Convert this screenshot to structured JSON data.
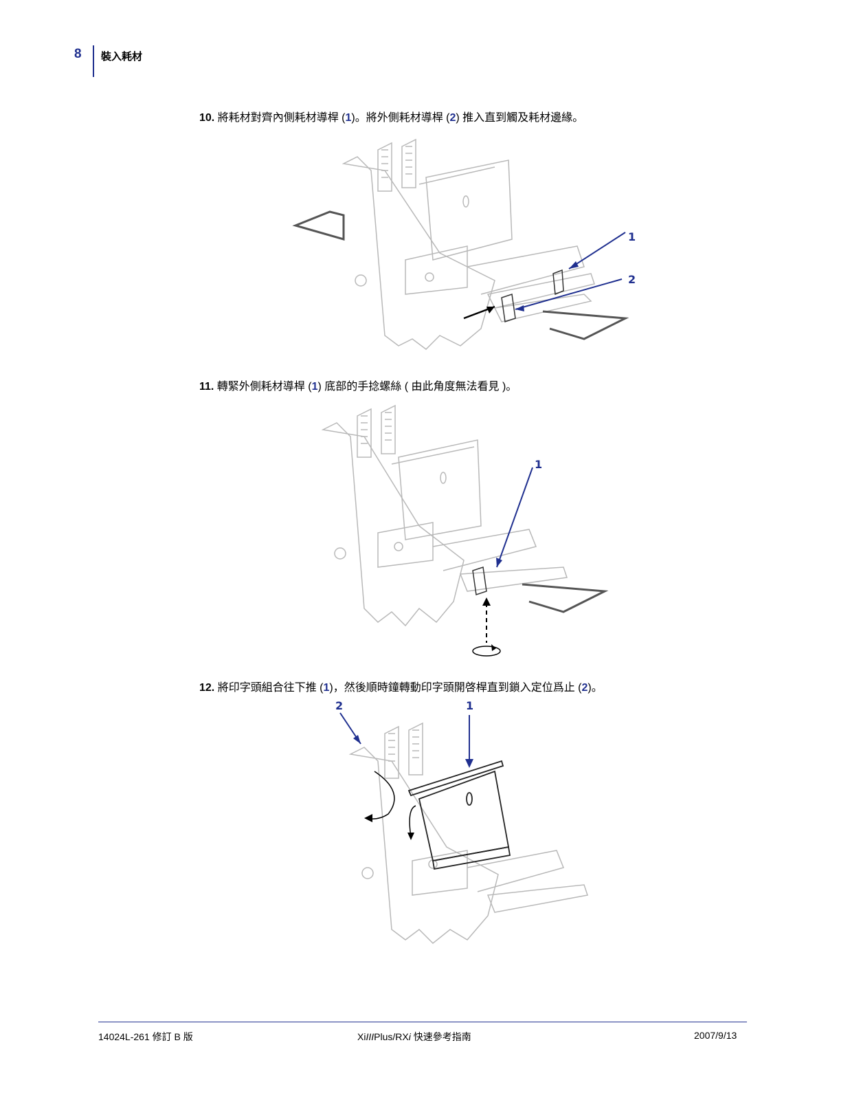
{
  "header": {
    "page_number": "8",
    "section_title": "裝入耗材"
  },
  "steps": [
    {
      "number": "10.",
      "t1": " 將耗材對齊內側耗材導桿 (",
      "c1": "1",
      "t2": ")。將外側耗材導桿 (",
      "c2": "2",
      "t3": ") 推入直到觸及耗材邊緣。"
    },
    {
      "number": "11.",
      "t1": " 轉緊外側耗材導桿 (",
      "c1": "1",
      "t2": ") 底部的手捻螺絲 ( 由此角度無法看見 )。"
    },
    {
      "number": "12.",
      "t1": " 將印字頭組合往下推 (",
      "c1": "1",
      "t2": ")，然後順時鐘轉動印字頭開啓桿直到鎖入定位爲止 (",
      "c2": "2",
      "t3": ")。"
    }
  ],
  "figures": [
    {
      "callouts": [
        "1",
        "2"
      ]
    },
    {
      "callouts": [
        "1"
      ]
    },
    {
      "callouts": [
        "2",
        "1"
      ]
    }
  ],
  "footer": {
    "left": "14024L-261 修訂 B 版",
    "center_a": "Xi",
    "center_b": "III",
    "center_c": "Plus/RX",
    "center_d": "i",
    "center_e": " 快速參考指南",
    "right": "2007/9/13"
  },
  "colors": {
    "accent": "#1f2f8f",
    "drawing": "#b8b8b8",
    "media": "#555555"
  }
}
